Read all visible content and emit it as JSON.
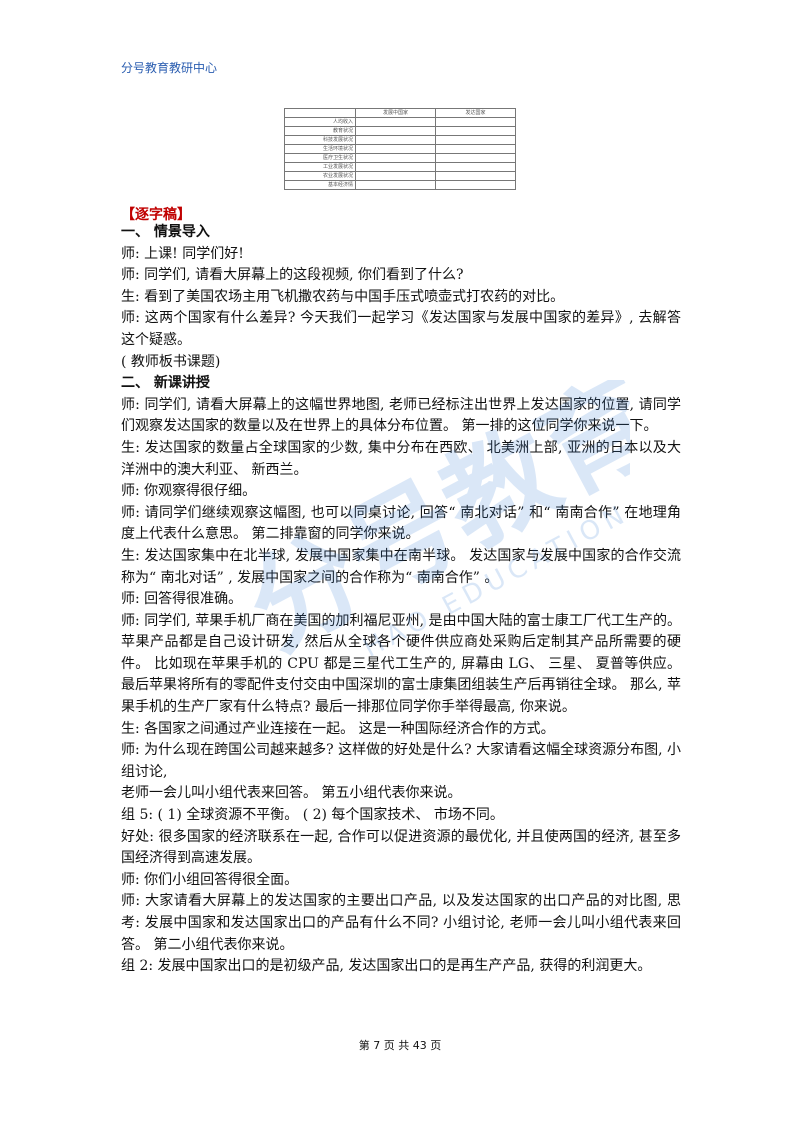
{
  "header": {
    "org": "分号教育教研中心"
  },
  "table": {
    "headers": [
      "",
      "发展中国家",
      "发达国家"
    ],
    "rows": [
      "人均收入",
      "教育状况",
      "科技发展状况",
      "生活环境状况",
      "医疗卫生状况",
      "工业发展状况",
      "农业发展状况",
      "基本经济情"
    ]
  },
  "tag": "【逐字稿】",
  "paragraphs": [
    {
      "t": "一、  情景导入",
      "sec": true
    },
    {
      "t": "师:  上课!  同学们好!"
    },
    {
      "t": "师:  同学们,  请看大屏幕上的这段视频,  你们看到了什么?"
    },
    {
      "t": "生:  看到了美国农场主用飞机撒农药与中国手压式喷壶式打农药的对比。"
    },
    {
      "t": "师:  这两个国家有什么差异?  今天我们一起学习《发达国家与发展中国家的差异》,  去解答这个疑惑。"
    },
    {
      "t": "( 教师板书课题)"
    },
    {
      "t": "二、  新课讲授",
      "sec": true
    },
    {
      "t": "师:  同学们,  请看大屏幕上的这幅世界地图,  老师已经标注出世界上发达国家的位置,  请同学们观察发达国家的数量以及在世界上的具体分布位置。  第一排的这位同学你来说一下。"
    },
    {
      "t": "生:  发达国家的数量占全球国家的少数,  集中分布在西欧、  北美洲上部,  亚洲的日本以及大洋洲中的澳大利亚、  新西兰。"
    },
    {
      "t": "师:  你观察得很仔细。"
    },
    {
      "t": "师:  请同学们继续观察这幅图,  也可以同桌讨论,  回答“ 南北对话” 和“ 南南合作” 在地理角度上代表什么意思。  第二排靠窗的同学你来说。"
    },
    {
      "t": "生:  发达国家集中在北半球,  发展中国家集中在南半球。  发达国家与发展中国家的合作交流称为“ 南北对话” ,  发展中国家之间的合作称为“ 南南合作” 。"
    },
    {
      "t": "师:  回答得很准确。"
    },
    {
      "t": "师:  同学们,  苹果手机厂商在美国的加利福尼亚州,  是由中国大陆的富士康工厂代工生产的。  苹果产品都是自己设计研发,  然后从全球各个硬件供应商处采购后定制其产品所需要的硬件。  比如现在苹果手机的 CPU 都是三星代工生产的,  屏幕由 LG、  三星、  夏普等供应。  最后苹果将所有的零配件支付交由中国深圳的富士康集团组装生产后再销往全球。  那么,  苹果手机的生产厂家有什么特点?  最后一排那位同学你手举得最高,  你来说。"
    },
    {
      "t": "生:  各国家之间通过产业连接在一起。  这是一种国际经济合作的方式。"
    },
    {
      "t": "师:  为什么现在跨国公司越来越多?  这样做的好处是什么?  大家请看这幅全球资源分布图,  小组讨论,"
    },
    {
      "t": "老师一会儿叫小组代表来回答。  第五小组代表你来说。"
    },
    {
      "t": "组 5:  ( 1)  全球资源不平衡。  ( 2)  每个国家技术、  市场不同。"
    },
    {
      "t": "好处:  很多国家的经济联系在一起,  合作可以促进资源的最优化,  并且使两国的经济,  甚至多国经济得到高速发展。"
    },
    {
      "t": "师:  你们小组回答得很全面。"
    },
    {
      "t": "师:  大家请看大屏幕上的发达国家的主要出口产品,  以及发达国家的出口产品的对比图,  思考:  发展中国家和发达国家出口的产品有什么不同?  小组讨论,  老师一会儿叫小组代表来回答。  第二小组代表你来说。"
    },
    {
      "t": "组 2:  发展中国家出口的是初级产品,  发达国家出口的是再生产产品,  获得的利润更大。"
    }
  ],
  "watermark": {
    "cn": "分号教育",
    "en": "HAO EDUCATION",
    "color": "#3a7fd5"
  },
  "footer": "第 7 页 共 43 页"
}
